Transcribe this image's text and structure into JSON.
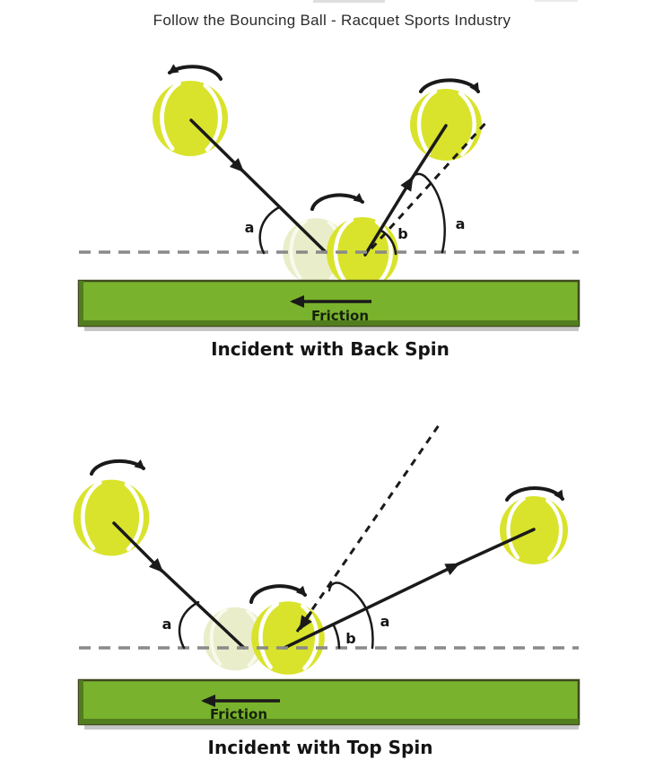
{
  "page": {
    "title": "Follow the Bouncing Ball - Racquet Sports Industry"
  },
  "colors": {
    "ball": "#d9e32b",
    "ball_seam": "#ffffff",
    "ball_faded": "#e9edc9",
    "ball_faded_seam": "#f8faec",
    "line": "#1a1a1a",
    "ground": "#8a8a8a",
    "bar_green": "#79b22c",
    "bar_edge": "#527d1f",
    "bar_outline": "#3f4a1e",
    "bar_shadow": "#c6c6c6"
  },
  "diagrams": [
    {
      "caption": "Incident with Back Spin",
      "friction_label": "Friction",
      "spin": "back",
      "labels": {
        "incident": "a",
        "rebound": "b",
        "reference": "a"
      }
    },
    {
      "caption": "Incident with Top Spin",
      "friction_label": "Friction",
      "spin": "top",
      "labels": {
        "incident": "a",
        "rebound": "b",
        "reference": "a"
      }
    }
  ]
}
